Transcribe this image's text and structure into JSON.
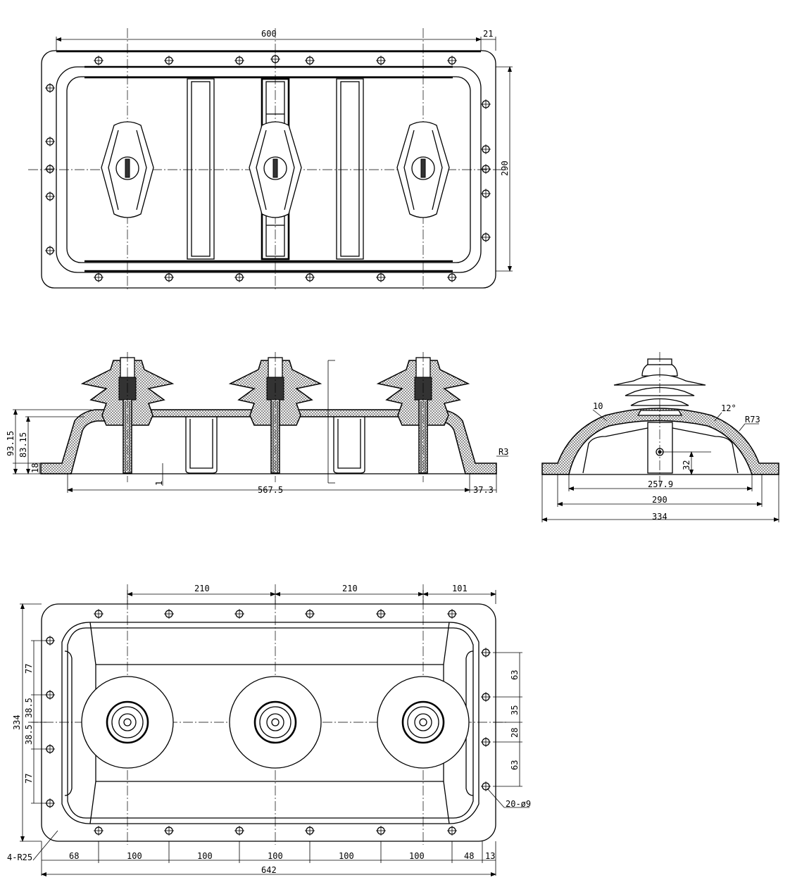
{
  "dimensions": {
    "top_width": "600",
    "top_edge": "21",
    "top_height": "290",
    "front_h1": "93.15",
    "front_h2": "83.15",
    "front_h3": "18",
    "front_t": "1",
    "front_len": "567.5",
    "front_end": "37.3",
    "front_r": "R3",
    "side_wall": "10",
    "side_angle": "12°",
    "side_r": "R73",
    "side_h": "32",
    "side_w1": "257.9",
    "side_w2": "290",
    "side_w3": "334",
    "bot_p1": "210",
    "bot_p2": "210",
    "bot_p3": "101",
    "bot_height": "334",
    "bot_l1": "77",
    "bot_l2": "38.5",
    "bot_l3": "38.5",
    "bot_l4": "77",
    "bot_r1": "63",
    "bot_r2": "35",
    "bot_r3": "28",
    "bot_r4": "63",
    "bot_holes": "20-ø9",
    "bot_corner": "4-R25",
    "bot_s1": "68",
    "bot_s2": "100",
    "bot_s3": "100",
    "bot_s4": "100",
    "bot_s5": "100",
    "bot_s6": "100",
    "bot_s7": "48",
    "bot_s8": "13",
    "bot_total": "642"
  }
}
